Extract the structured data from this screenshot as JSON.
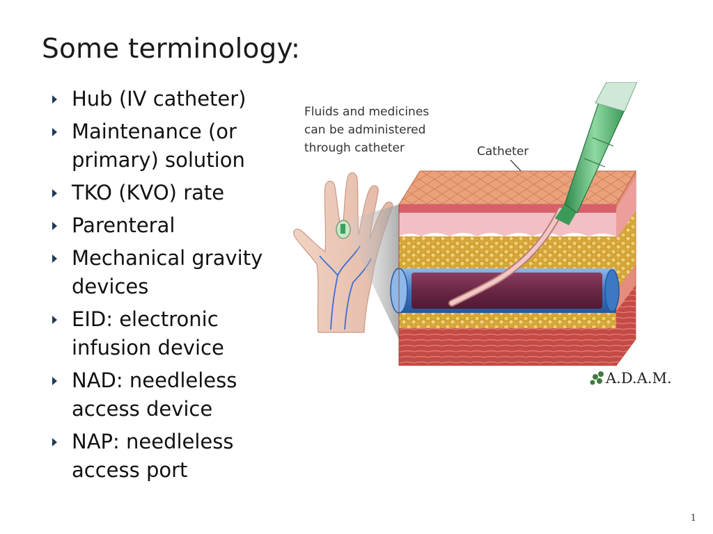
{
  "slide": {
    "title": "Some terminology:",
    "bullets": [
      "Hub (IV catheter)",
      "Maintenance (or primary) solution",
      "TKO (KVO) rate",
      "Parenteral",
      "Mechanical gravity devices",
      "EID: electronic infusion device",
      "NAD: needleless access device",
      "NAP: needleless access port"
    ],
    "page_number": "1"
  },
  "illustration": {
    "caption_lines": [
      "Fluids and medicines",
      "can be administered",
      "through catheter"
    ],
    "catheter_label": "Catheter",
    "logo_text": "A.D.A.M.",
    "icons": [
      "hand-icon",
      "skin-cross-section",
      "vein-icon",
      "syringe-hub-icon",
      "adam-logo-icon"
    ]
  },
  "colors": {
    "bullet_marker": "#1f3a5a",
    "skin_top": "#e8a17a",
    "dermis": "#f0b6b6",
    "fat": "#e2b64a",
    "vein_wall": "#4a86d0",
    "vein_blood": "#6d2b48",
    "muscle": "#c9504b",
    "hub_green": "#4fa86a"
  }
}
